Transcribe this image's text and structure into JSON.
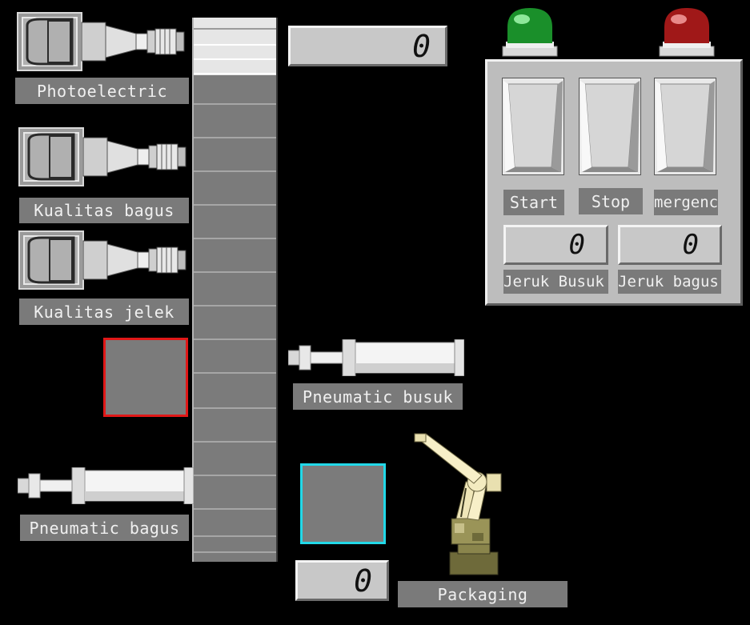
{
  "sensors": {
    "photoelectric": {
      "label": "Photoelectric",
      "icon": "photoelectric-sensor-icon"
    },
    "kualitas_bagus": {
      "label": "Kualitas bagus",
      "icon": "quality-good-sensor-icon"
    },
    "kualitas_jelek": {
      "label": "Kualitas jelek",
      "icon": "quality-bad-sensor-icon"
    }
  },
  "counter_main": {
    "value": "0"
  },
  "pneumatic_busuk": {
    "label": "Pneumatic busuk",
    "icon": "pneumatic-cylinder-icon"
  },
  "pneumatic_bagus": {
    "label": "Pneumatic bagus",
    "icon": "pneumatic-cylinder-icon"
  },
  "packaging": {
    "label": "Packaging",
    "counter": "0",
    "icon": "robot-arm-icon"
  },
  "indicators": {
    "green_lamp": {
      "icon": "green-lamp-icon",
      "color": "#1a8f2a"
    },
    "red_lamp": {
      "icon": "red-lamp-icon",
      "color": "#a01818"
    }
  },
  "control_panel": {
    "buttons": [
      {
        "label": "Start",
        "icon": "rocker-switch-icon"
      },
      {
        "label": "Stop",
        "icon": "rocker-switch-icon"
      },
      {
        "label": "mergenc",
        "icon": "rocker-switch-icon"
      }
    ],
    "counters": [
      {
        "label": "Jeruk Busuk",
        "value": "0"
      },
      {
        "label": "Jeruk bagus",
        "value": "0"
      }
    ]
  },
  "boxes": {
    "reject_box": {
      "border_color": "#e01818",
      "fill": "#7b7b7b"
    },
    "good_box": {
      "border_color": "#22d8e8",
      "fill": "#7b7b7b"
    }
  }
}
